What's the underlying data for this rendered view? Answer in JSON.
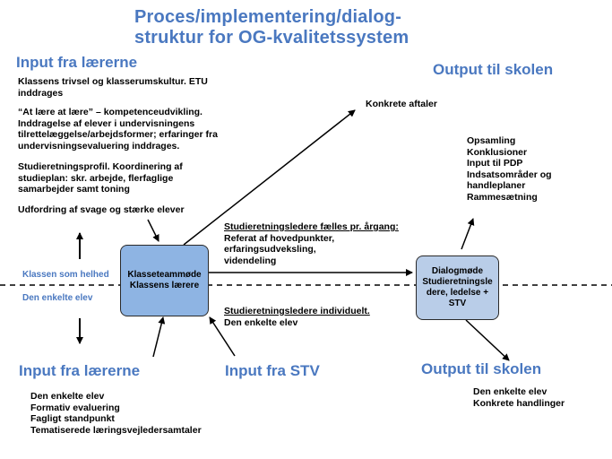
{
  "title": {
    "line1": "Proces/implementering/dialog-",
    "line2": "struktur for OG-kvalitetssystem"
  },
  "input_top": {
    "heading": "Input fra lærerne",
    "p1": [
      "Klassens trivsel og klasserumskultur. ETU",
      "inddrages"
    ],
    "p2": [
      "“At lære at lære” – kompetenceudvikling.",
      "Inddragelse af elever i undervisningens",
      "tilrettelæggelse/arbejdsformer; erfaringer fra",
      "undervisningsevaluering inddrages."
    ],
    "p3": [
      "Studieretningsprofil. Koordinering af",
      "studieplan: skr. arbejde, flerfaglige",
      "samarbejder samt toning"
    ],
    "p4": [
      "Udfordring af svage og stærke elever"
    ]
  },
  "levels": {
    "upper": "Klassen som helhed",
    "lower": "Den enkelte elev"
  },
  "box_meeting": [
    "Klasseteammøde",
    "Klassens lærere"
  ],
  "box_dialog": [
    "Dialogmøde",
    "Studieretningsle",
    "dere, ledelse +",
    "STV"
  ],
  "agreements": "Konkrete aftaler",
  "joint": {
    "heading": "Studieretningsledere fælles pr. årgang:",
    "lines": [
      "Referat af hovedpunkter,",
      "erfaringsudveksling,",
      "videndeling"
    ]
  },
  "individual": {
    "heading": "Studieretningsledere individuelt.",
    "lines": [
      "Den enkelte elev"
    ]
  },
  "output_top": {
    "heading": "Output til skolen",
    "items": [
      "Opsamling",
      "Konklusioner",
      "Input til PDP",
      "Indsatsområder og",
      "handleplaner",
      "Rammesætning"
    ]
  },
  "input_bottom": {
    "heading": "Input fra lærerne",
    "items": [
      "Den enkelte elev",
      "Formativ evaluering",
      "Fagligt standpunkt",
      "Tematiserede læringsvejledersamtaler"
    ]
  },
  "input_stv": {
    "heading": "Input fra STV"
  },
  "output_bottom": {
    "heading": "Output til skolen",
    "items": [
      "Den enkelte elev",
      "Konkrete handlinger"
    ]
  },
  "colors": {
    "heading_blue": "#4a78c0",
    "box_fill": "#8eb4e3",
    "dialog_fill": "#b9cde8"
  }
}
